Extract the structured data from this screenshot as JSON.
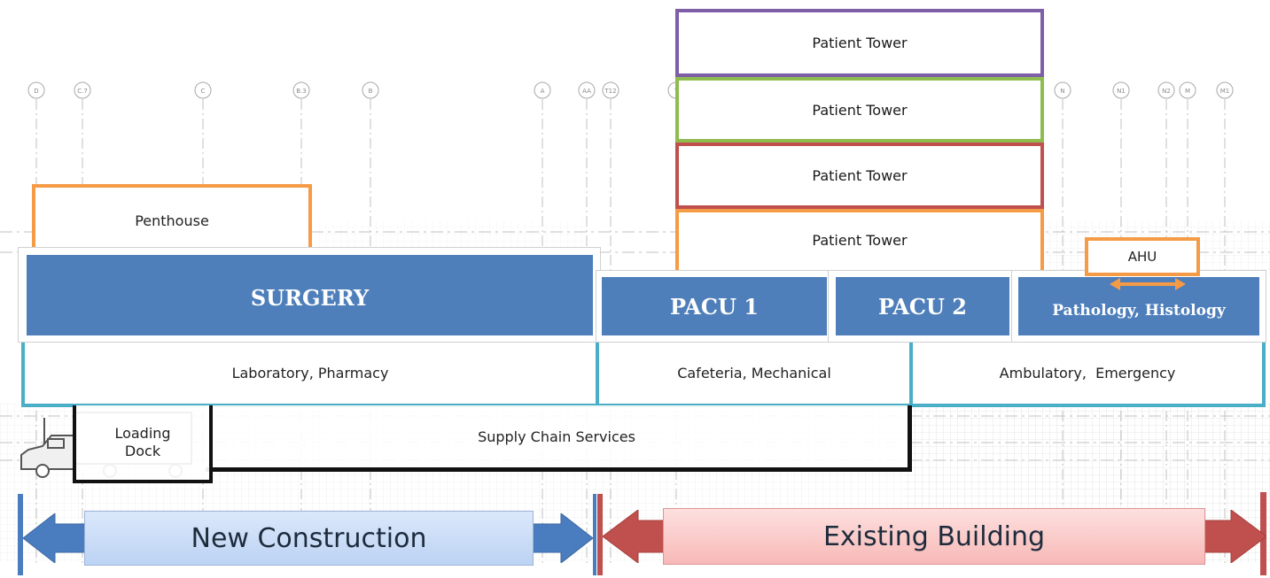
{
  "towers": [
    "Patient Tower",
    "Patient Tower",
    "Patient Tower",
    "Patient Tower"
  ],
  "tower_colors": [
    "#7e5ea6",
    "#8ebc4f",
    "#c0504d",
    "#f59a45"
  ],
  "penthouse": "Penthouse",
  "ahu": "AHU",
  "surgery": "SURGERY",
  "pacu1": "PACU 1",
  "pacu2": "PACU 2",
  "pathology": "Pathology, Histology",
  "lower_level": [
    "Laboratory, Pharmacy",
    "Cafeteria, Mechanical",
    "Ambulatory,  Emergency"
  ],
  "supply_chain": "Supply Chain Services",
  "loading_dock": "Loading Dock",
  "new_construction": "New Construction",
  "existing_building": "Existing Building",
  "colors": {
    "blue_fill": "#4f7fbb",
    "teal_outline": "#4aafc6",
    "orange": "#f59a45",
    "black_outline": "#111111",
    "arrow_blue": "#4a7dc0",
    "arrow_red": "#c0504d"
  },
  "grid_labels": [
    "D",
    "C.7",
    "C",
    "B.3",
    "B",
    "A",
    "AA",
    "T12",
    "T",
    "N",
    "N1",
    "N2",
    "M",
    "M1"
  ]
}
